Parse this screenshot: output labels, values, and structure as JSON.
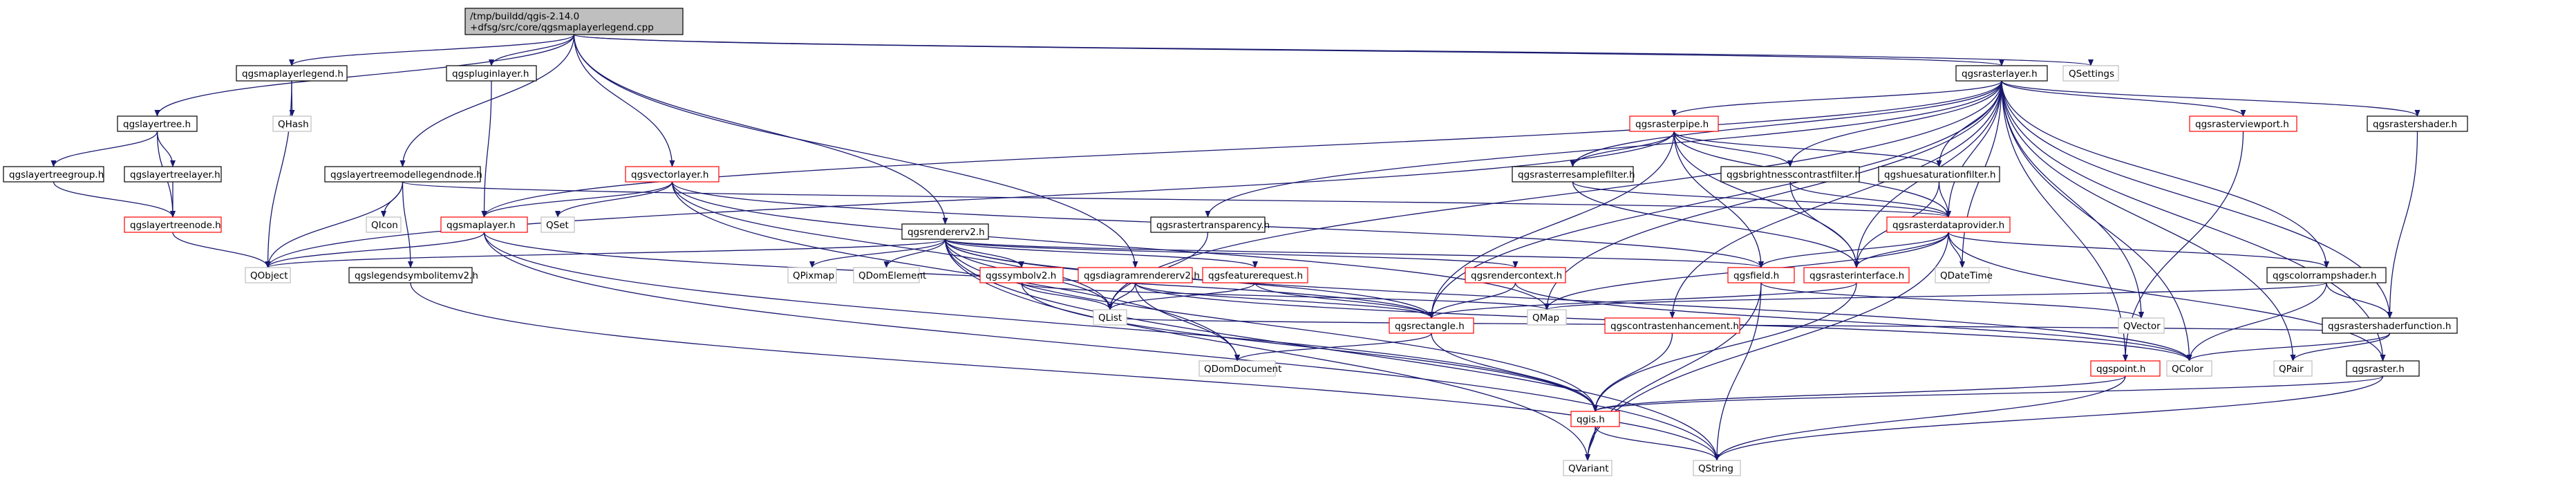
{
  "colors": {
    "edge": "#191970",
    "node_border": "#000000",
    "missing_border": "#ff0000",
    "external_border": "#bfbfbf",
    "root_fill": "#bfbfbf"
  },
  "root": {
    "line1": "/tmp/buildd/qgis-2.14.0",
    "line2": "+dfsg/src/core/qgsmaplayerlegend.cpp"
  },
  "nodes": {
    "settings": "QSettings",
    "maplayerlegend": "qgsmaplayerlegend.h",
    "pluginlayer": "qgspluginlayer.h",
    "layertreemodellegendnode": "qgslayertreemodellegendnode.h",
    "vectorlayer": "qgsvectorlayer.h",
    "rendererv2": "qgsrendererv2.h",
    "rasterlayer": "qgsrasterlayer.h",
    "layertree": "qgslayertree.h",
    "hash": "QHash",
    "layertreegroup": "qgslayertreegroup.h",
    "layertreelayer": "qgslayertreelayer.h",
    "layertreenode": "qgslayertreenode.h",
    "object": "QObject",
    "icon": "QIcon",
    "set": "QSet",
    "maplayer": "qgsmaplayer.h",
    "legendsymbolitemv2": "qgslegendsymbolitemv2.h",
    "pixmap": "QPixmap",
    "domelement": "QDomElement",
    "symbolv2": "qgssymbolv2.h",
    "diagramrendererv2": "qgsdiagramrendererv2.h",
    "featurerequest": "qgsfeaturerequest.h",
    "rendercontext": "qgsrendercontext.h",
    "list": "QList",
    "domdocument": "QDomDocument",
    "rectangle": "qgsrectangle.h",
    "map": "QMap",
    "field": "qgsfield.h",
    "rasterinterface": "qgsrasterinterface.h",
    "datetime": "QDateTime",
    "vector": "QVector",
    "contrastenhancement": "qgscontrastenhancement.h",
    "point": "qgspoint.h",
    "color": "QColor",
    "pair": "QPair",
    "raster": "qgsraster.h",
    "qgis": "qgis.h",
    "variant": "QVariant",
    "string": "QString",
    "rastertransparency": "qgsrastertransparency.h",
    "rasterpipe": "qgsrasterpipe.h",
    "rasterresamplefilter": "qgsrasterresamplefilter.h",
    "brightnesscontrastfilter": "qgsbrightnesscontrastfilter.h",
    "huesaturationfilter": "qgshuesaturationfilter.h",
    "rasterdataprovider": "qgsrasterdataprovider.h",
    "rasterviewport": "qgsrasterviewport.h",
    "rastershader": "qgsrastershader.h",
    "colorrampshader": "qgscolorrampshader.h",
    "rastershaderfunction": "qgsrastershaderfunction.h"
  }
}
